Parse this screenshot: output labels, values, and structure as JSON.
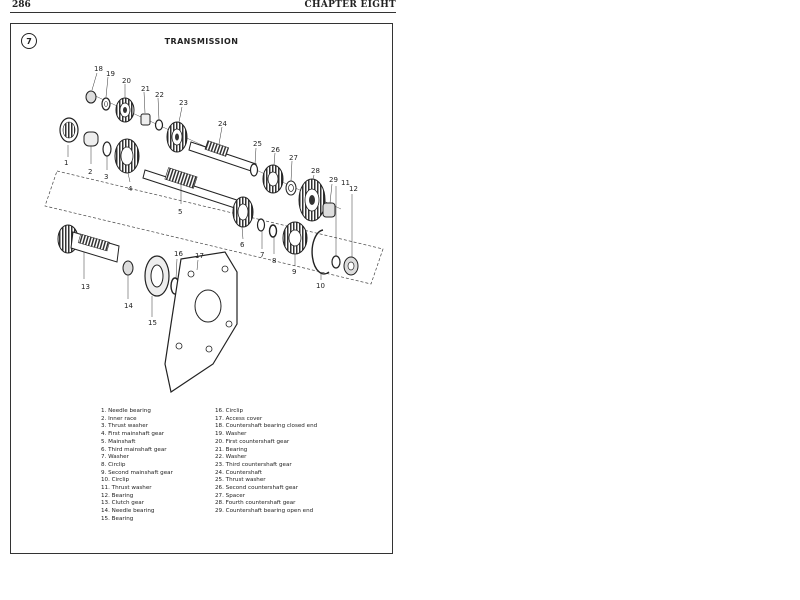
{
  "header": {
    "page_number": "286",
    "chapter_title": "CHAPTER EIGHT"
  },
  "figure": {
    "number": "7",
    "title": "TRANSMISSION",
    "callouts": {
      "c1": "1",
      "c2": "2",
      "c3": "3",
      "c4": "4",
      "c5": "5",
      "c6": "6",
      "c7": "7",
      "c8": "8",
      "c9": "9",
      "c10": "10",
      "c11": "11",
      "c12": "12",
      "c13": "13",
      "c14": "14",
      "c15": "15",
      "c16": "16",
      "c17": "17",
      "c18": "18",
      "c19": "19",
      "c20": "20",
      "c21": "21",
      "c22": "22",
      "c23": "23",
      "c24": "24",
      "c25": "25",
      "c26": "26",
      "c27": "27",
      "c28": "28",
      "c29": "29"
    }
  },
  "legend": {
    "left": [
      "1. Needle bearing",
      "2. Inner race",
      "3. Thrust washer",
      "4. First mainshaft gear",
      "5. Mainshaft",
      "6. Third mainshaft gear",
      "7. Washer",
      "8. Circlip",
      "9. Second mainshaft gear",
      "10. Circlip",
      "11. Thrust washer",
      "12. Bearing",
      "13. Clutch gear",
      "14. Needle bearing",
      "15. Bearing"
    ],
    "right": [
      "16. Circlip",
      "17. Access cover",
      "18. Countershaft bearing closed end",
      "19. Washer",
      "20. First countershaft gear",
      "21. Bearing",
      "22. Washer",
      "23. Third countershaft gear",
      "24. Countershaft",
      "25. Thrust washer",
      "26. Second countershaft gear",
      "27. Spacer",
      "28. Fourth countershaft gear",
      "29. Countershaft bearing open end"
    ]
  }
}
